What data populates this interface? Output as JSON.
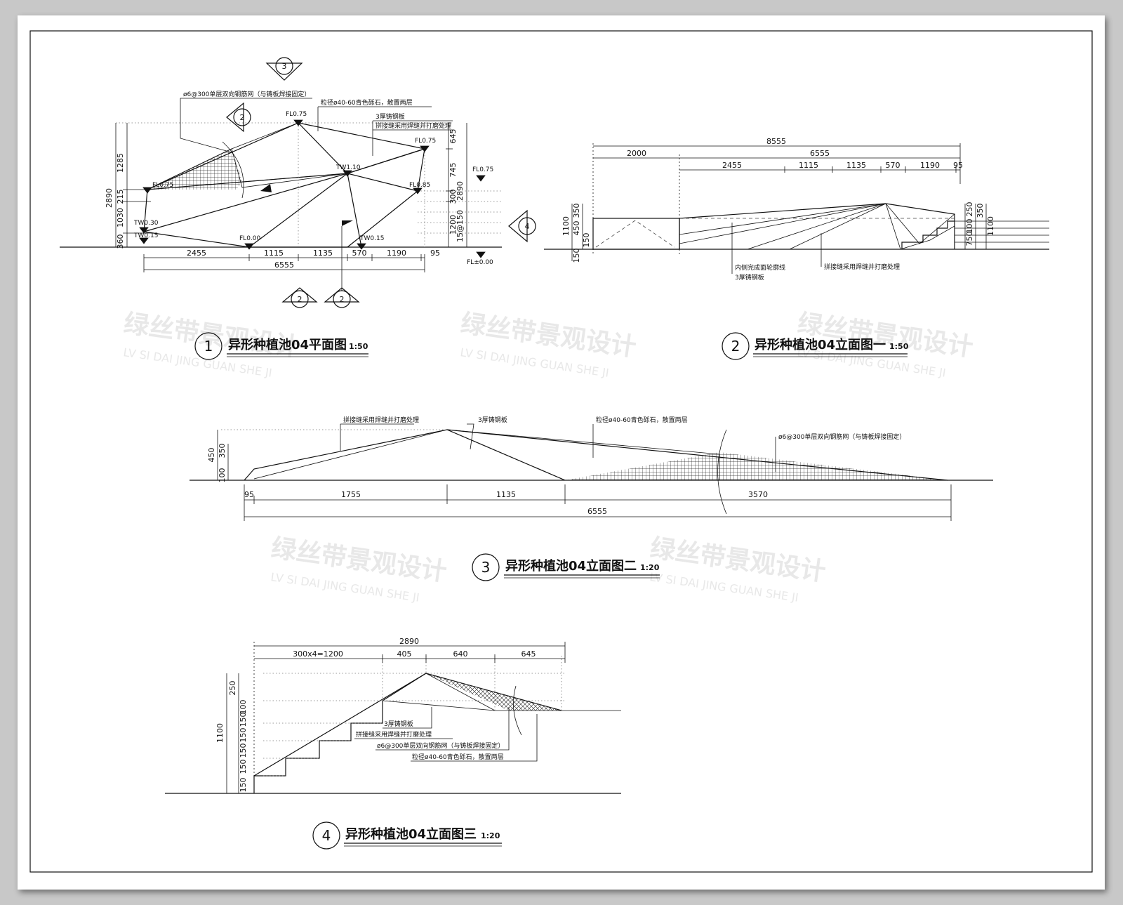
{
  "watermark": {
    "cn": "绿丝带景观设计",
    "en": "LV SI DAI JING GUAN SHE JI"
  },
  "views": [
    {
      "num": "1",
      "title": "异形种植池04平面图",
      "scale": "1:50"
    },
    {
      "num": "2",
      "title": "异形种植池04立面图一",
      "scale": "1:50"
    },
    {
      "num": "3",
      "title": "异形种植池04立面图二",
      "scale": "1:20"
    },
    {
      "num": "4",
      "title": "异形种植池04立面图三",
      "scale": "1:20"
    }
  ],
  "plan": {
    "notes": [
      "ø6@300单层双向钢筋网（与铸板焊接固定）",
      "粒径ø40-60青色砾石，散置两层",
      "3厚铸钢板",
      "拼接缝采用焊缝并打磨处理"
    ],
    "levels": [
      "FL0.75",
      "FL0.75",
      "FL0.75",
      "TW1.10",
      "FL0.85",
      "TW0.30",
      "TW0.15",
      "FL0.00",
      "TW0.15",
      "FL±0.00"
    ],
    "dims_bottom": [
      "2455",
      "1115",
      "1135",
      "570",
      "1190",
      "95"
    ],
    "dim_total": "6555",
    "dims_left": [
      "1285",
      "215",
      "1030",
      "360"
    ],
    "dim_left_total": "2890",
    "dims_right": [
      "645",
      "745",
      "300",
      "1200"
    ],
    "dim_right_inner": [
      "2890",
      "15@150"
    ],
    "markers": [
      "3",
      "2",
      "2",
      "4"
    ]
  },
  "elev1": {
    "dim_total": "8555",
    "dims_top1": [
      "2000",
      "6555"
    ],
    "dims_top2": [
      "2455",
      "1115",
      "1135",
      "570",
      "1190",
      "95"
    ],
    "dims_left": [
      "350",
      "450",
      "150"
    ],
    "dim_left_total": "1100",
    "dim_left_inner": "150",
    "dims_right": [
      "250",
      "100",
      "750"
    ],
    "dims_right2": [
      "350",
      "1100"
    ],
    "notes": [
      "内侧完成面轮廓线",
      "3厚铸钢板",
      "拼接缝采用焊缝并打磨处理"
    ]
  },
  "elev2": {
    "notes": [
      "拼接缝采用焊缝并打磨处理",
      "3厚铸钢板",
      "粒径ø40-60青色砾石，散置两层",
      "ø6@300单层双向钢筋网（与铸板焊接固定）"
    ],
    "dims_left": [
      "450",
      "350",
      "100"
    ],
    "dims_bottom": [
      "95",
      "1755",
      "1135",
      "3570"
    ],
    "dim_total": "6555"
  },
  "elev3": {
    "dim_total": "2890",
    "dims_top": [
      "300x4=1200",
      "405",
      "640",
      "645"
    ],
    "dims_left": [
      "250",
      "100",
      "150",
      "150",
      "150",
      "150",
      "150"
    ],
    "dim_left_total": "1100",
    "notes": [
      "3厚铸钢板",
      "拼接缝采用焊缝并打磨处理",
      "ø6@300单层双向钢筋网（与铸板焊接固定）",
      "粒径ø40-60青色砾石，散置两层"
    ]
  }
}
